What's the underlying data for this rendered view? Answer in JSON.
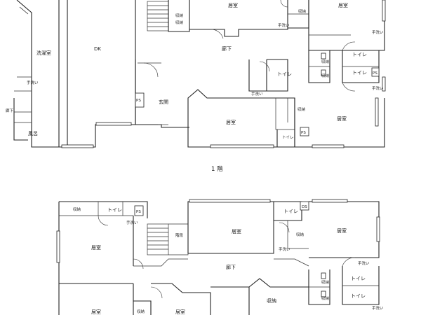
{
  "floor_plan": {
    "floor1": {
      "caption": "1 階",
      "rooms": {
        "laundry": "洗濯室",
        "dk": "DK",
        "bedroom_top": "居室",
        "storage_top": "収納",
        "bedroom_tr": "居室",
        "storage_tr2": "収納",
        "handwash_tr": "手洗い",
        "handwash_r1": "手洗い",
        "toilet_r1": "トイレ",
        "storage_r1": "収納",
        "toilet_r2": "トイレ",
        "storage_r2": "収納",
        "ps_r": "PS",
        "handwash_r2": "手洗い",
        "corridor": "廊下",
        "toilet_mid": "トイレ",
        "handwash_mid": "手洗い",
        "ps_ent": "PS",
        "entrance": "玄関",
        "bedroom_mid": "居室",
        "storage_mid": "収納",
        "ps_mid": "PS",
        "toilet_mid2": "トイレ",
        "bedroom_br": "居室",
        "handwash_left": "手洗い",
        "corridor_left": "廊下",
        "bath": "風呂",
        "handwash_top": "手洗い"
      }
    },
    "floor2": {
      "rooms": {
        "storage_l": "収納",
        "toilet_l": "トイレ",
        "ps_l": "PS",
        "handwash_l": "手洗い",
        "bedroom_l": "居室",
        "stairs": "階段",
        "bedroom_c": "居室",
        "toilet_c": "トイレ",
        "ps_c": "DS",
        "storage_c": "収納",
        "handwash_c": "手洗い",
        "bedroom_r": "居室",
        "corridor": "廊下",
        "handwash_r": "手洗い",
        "storage_r1": "収納",
        "toilet_r1": "トイレ",
        "storage_r2": "収納",
        "toilet_r2": "トイレ",
        "handwash_r2": "手洗い",
        "storage_b": "収納",
        "bedroom_bl": "居室",
        "storage_bm": "収納",
        "bedroom_bm": "居室"
      }
    }
  }
}
